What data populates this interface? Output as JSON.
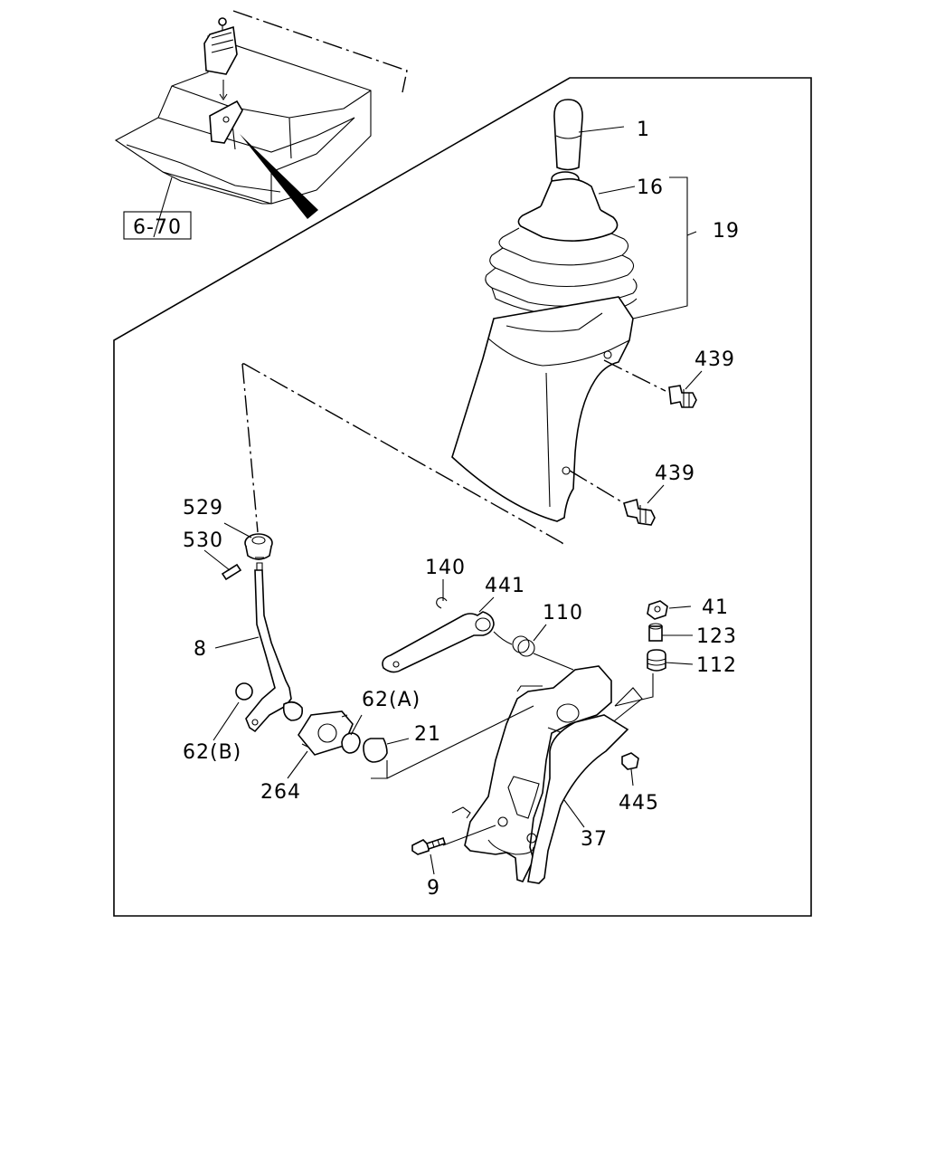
{
  "diagram": {
    "reference_box": "6-70",
    "callouts": {
      "p1": "1",
      "p16": "16",
      "p19": "19",
      "p439a": "439",
      "p439b": "439",
      "p529": "529",
      "p530": "530",
      "p140": "140",
      "p441": "441",
      "p110": "110",
      "p41": "41",
      "p123": "123",
      "p112": "112",
      "p8": "8",
      "p62a": "62(A)",
      "p21": "21",
      "p62b": "62(B)",
      "p264": "264",
      "p445": "445",
      "p37": "37",
      "p9": "9"
    }
  }
}
